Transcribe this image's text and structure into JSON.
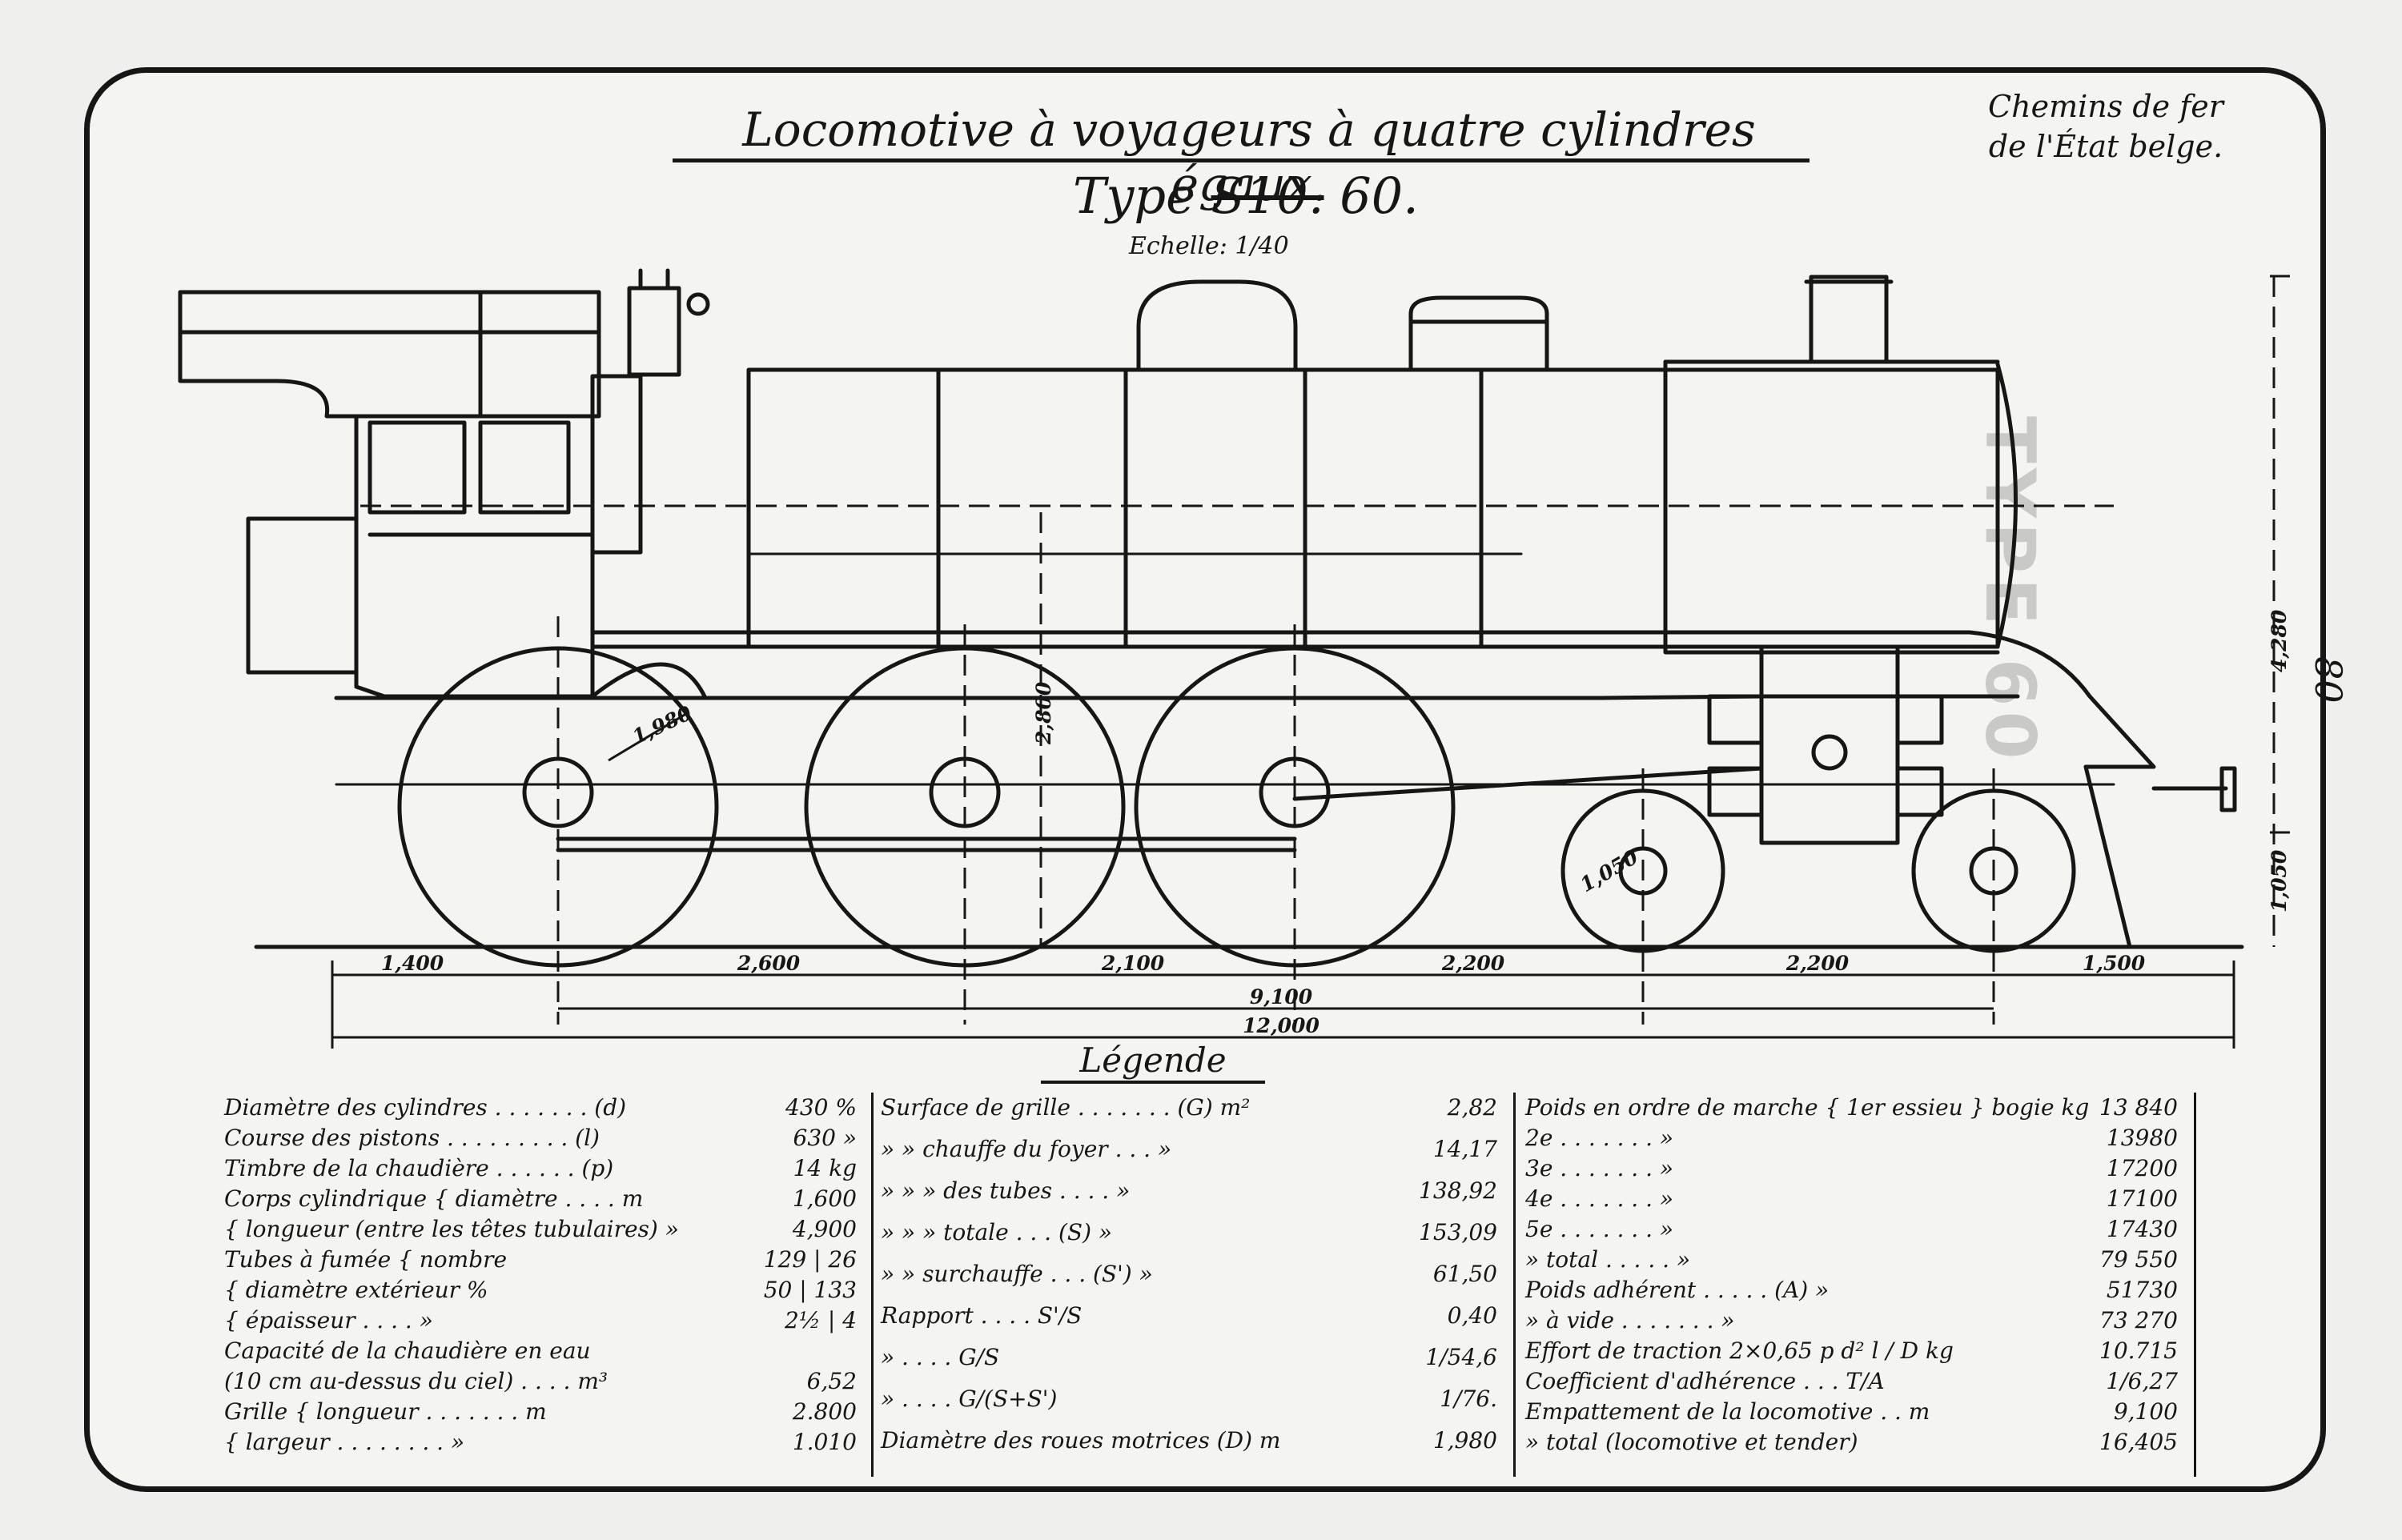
{
  "header": {
    "title": "Locomotive à voyageurs à quatre cylindres égaux.",
    "type_prefix": "Type",
    "type_struck": "S10.",
    "type_number": "60.",
    "scale": "Echelle: 1/40",
    "railway": [
      "Chemins de fer",
      "de l'État belge."
    ],
    "plate_number": "80",
    "watermark": "TYPE 60"
  },
  "dimensions": {
    "driving_wheel_diameter": "1,980",
    "bogie_wheel_diameter": "1,050",
    "axle_height": "2,800",
    "total_height": "4,280",
    "buffer_height": "1,050",
    "spacing": [
      "1,400",
      "2,600",
      "2,100",
      "2,200",
      "2,200",
      "1,500"
    ],
    "wheelbase": "9,100",
    "total_length": "12,000"
  },
  "legend": {
    "title": "Légende",
    "col1": [
      {
        "label": "Diamètre des cylindres . . . . . . . (d)",
        "value": "430 %"
      },
      {
        "label": "Course des pistons . . . . . . . . . (l)",
        "value": "630 »"
      },
      {
        "label": "Timbre de la chaudière . . . . . . (p)",
        "value": "14 kg"
      },
      {
        "label": "Corps cylindrique { diamètre . . . . m",
        "value": "1,600"
      },
      {
        "label": "{ longueur (entre les têtes tubulaires) »",
        "value": "4,900"
      },
      {
        "label": "Tubes à fumée { nombre",
        "value": "129 | 26"
      },
      {
        "label": "{ diamètre extérieur %",
        "value": "50 | 133"
      },
      {
        "label": "{ épaisseur . . . . »",
        "value": "2½ | 4"
      },
      {
        "label": "Capacité de la chaudière en eau",
        "value": ""
      },
      {
        "label": "(10 cm au-dessus du ciel) . . . . m³",
        "value": "6,52"
      },
      {
        "label": "Grille { longueur . . . . . . . m",
        "value": "2.800"
      },
      {
        "label": "{ largeur . . . . . . . . »",
        "value": "1.010"
      }
    ],
    "col2": [
      {
        "label": "Surface de grille . . . . . . . (G) m²",
        "value": "2,82"
      },
      {
        "label": "» » chauffe du foyer . . . »",
        "value": "14,17"
      },
      {
        "label": "» » » des tubes . . . . »",
        "value": "138,92"
      },
      {
        "label": "» » » totale . . . (S) »",
        "value": "153,09"
      },
      {
        "label": "» » surchauffe . . . (S') »",
        "value": "61,50"
      },
      {
        "label": "Rapport . . . . S'/S",
        "value": "0,40"
      },
      {
        "label": "» . . . . G/S",
        "value": "1/54,6"
      },
      {
        "label": "» . . . . G/(S+S')",
        "value": "1/76."
      },
      {
        "label": "Diamètre des roues motrices (D) m",
        "value": "1,980"
      }
    ],
    "col3": [
      {
        "label": "Poids en ordre de marche { 1er essieu } bogie kg",
        "value": "13 840"
      },
      {
        "label": "2e . . . . . . . »",
        "value": "13980"
      },
      {
        "label": "3e . . . . . . . »",
        "value": "17200"
      },
      {
        "label": "4e . . . . . . . »",
        "value": "17100"
      },
      {
        "label": "5e . . . . . . . »",
        "value": "17430"
      },
      {
        "label": "» total . . . . . »",
        "value": "79 550"
      },
      {
        "label": "Poids adhérent . . . . . (A) »",
        "value": "51730"
      },
      {
        "label": "» à vide . . . . . . . »",
        "value": "73 270"
      },
      {
        "label": "Effort de traction 2×0,65 p d² l / D  kg",
        "value": "10.715"
      },
      {
        "label": "Coefficient d'adhérence . . . T/A",
        "value": "1/6,27"
      },
      {
        "label": "Empattement de la locomotive . . m",
        "value": "9,100"
      },
      {
        "label": "» total (locomotive et tender)",
        "value": "16,405"
      }
    ]
  }
}
